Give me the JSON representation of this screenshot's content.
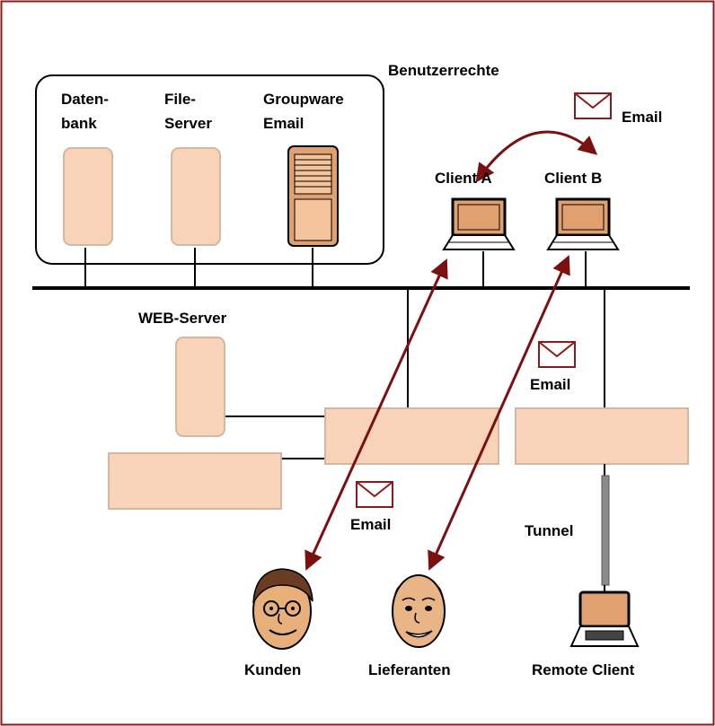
{
  "labels": {
    "benutzerrechte": "Benutzerrechte",
    "datenbank_line1": "Daten-",
    "datenbank_line2": "bank",
    "fileserver_line1": "File-",
    "fileserver_line2": "Server",
    "groupware_line1": "Groupware",
    "groupware_line2": "Email",
    "email_top": "Email",
    "client_a": "Client A",
    "client_b": "Client B",
    "web_server": "WEB-Server",
    "email_middle": "Email",
    "email_lower": "Email",
    "tunnel": "Tunnel",
    "kunden": "Kunden",
    "lieferanten": "Lieferanten",
    "remote_client": "Remote Client"
  },
  "colors": {
    "border": "#8b1a1a",
    "peach_fill": "#f8d3b8",
    "peach_stroke": "#d2b8a2",
    "server_dark": "#e0a06f",
    "arrow": "#7a1010",
    "line": "#000000",
    "tunnel": "#8a8a8a"
  }
}
